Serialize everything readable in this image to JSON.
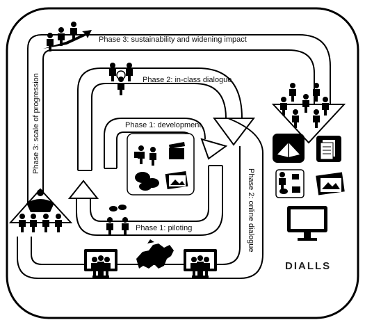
{
  "phases": {
    "phase3_sustain": "Phase 3: sustainability and widening impact",
    "phase2_inclass": "Phase 2: in-class dialogue",
    "phase1_dev": "Phase 1: development",
    "phase1_pilot": "Phase 1: piloting",
    "phase2_online": "Phase 2: online dialogue",
    "phase3_scale": "Phase 3: scale of progression"
  },
  "brand": "DIALLS",
  "colors": {
    "ink": "#000000",
    "frame": "#111111",
    "paper": "#ffffff"
  },
  "icons": [
    "people-growth-icon",
    "group-discussion-icon",
    "people-network-icon",
    "book-icon",
    "documents-icon",
    "media-collage-icon",
    "photos-icon",
    "monitor-icon",
    "video-call-icon",
    "europe-map-icon",
    "teacher-boat-icon",
    "film-clapper-icon",
    "speech-bubbles-icon",
    "conversation-icon"
  ]
}
